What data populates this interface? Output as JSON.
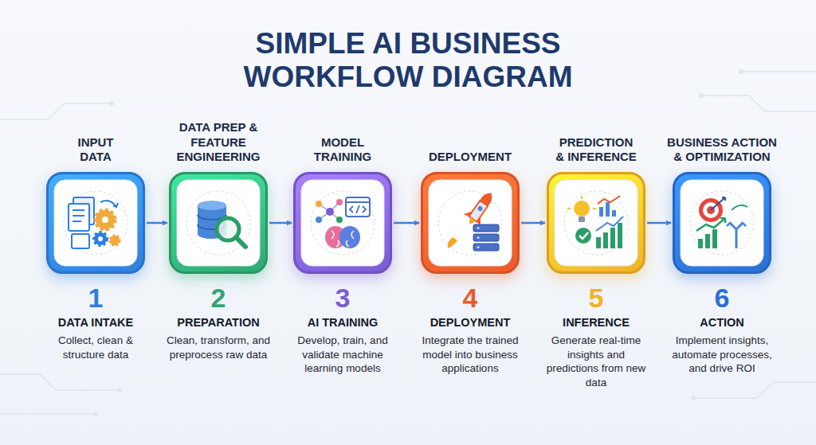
{
  "diagram": {
    "title": "SIMPLE AI BUSINESS WORKFLOW DIAGRAM",
    "nodes": [
      {
        "text": [
          "INPUT DATA",
          "1",
          "DATA INTAKE",
          "Collect, clean & structure data"
        ]
      },
      {
        "text": [
          "DATA PREP & FEATURE ENGINEERING",
          "2",
          "PREPARATION",
          "Clean, transform, and preprocess raw data"
        ]
      },
      {
        "text": [
          "MODEL TRAINING",
          "3",
          "AI TRAINING",
          "Develop, train, and validate machine learning models"
        ]
      },
      {
        "text": [
          "DEPLOYMENT",
          "4",
          "DEPLOYMENT",
          "Integrate the trained model into business applications"
        ]
      },
      {
        "text": [
          "PREDICTION & INFERENCE",
          "5",
          "INFERENCE",
          "Generate real-time insights and predictions from new data"
        ]
      },
      {
        "text": [
          "BUSINESS ACTION & OPTIMIZATION",
          "6",
          "ACTION",
          "Implement insights, automate processes, and drive ROI"
        ]
      }
    ],
    "edges": [
      {
        "from": 0,
        "to": 1,
        "arrow": "to"
      },
      {
        "from": 1,
        "to": 2,
        "arrow": "to"
      },
      {
        "from": 2,
        "to": 3,
        "arrow": "to"
      },
      {
        "from": 3,
        "to": 4,
        "arrow": "to"
      },
      {
        "from": 4,
        "to": 5,
        "arrow": "to"
      }
    ]
  }
}
